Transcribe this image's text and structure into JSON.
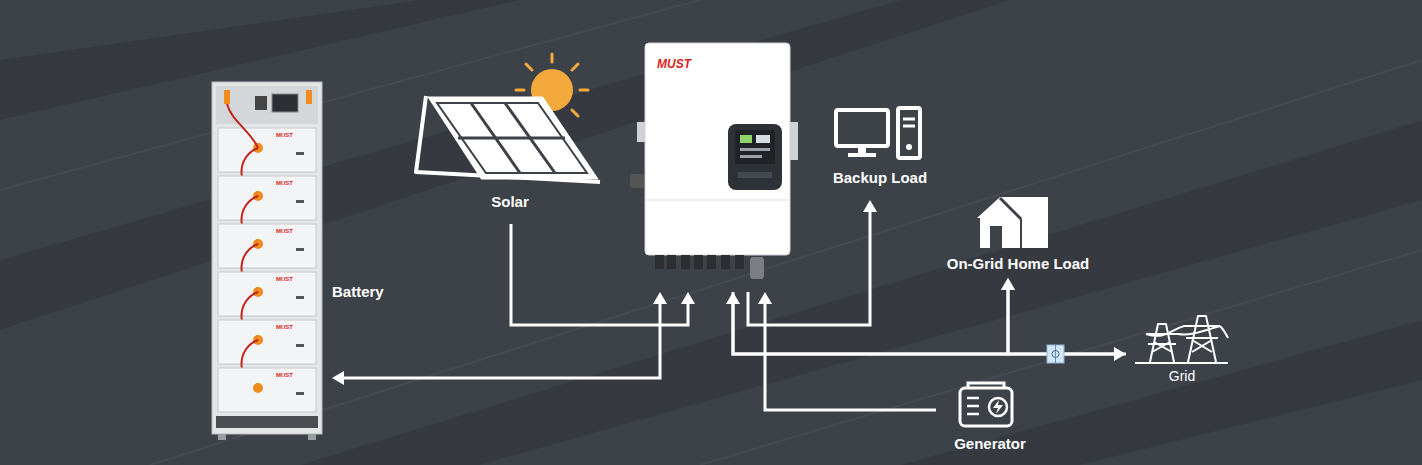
{
  "diagram": {
    "nodes": [
      {
        "text": [
          "Battery"
        ]
      },
      {
        "text": [
          "Solar"
        ]
      },
      {
        "text": [
          "MUST"
        ]
      },
      {
        "text": [
          "Backup Load"
        ]
      },
      {
        "text": [
          "On-Grid Home Load"
        ]
      },
      {
        "text": [
          "Grid"
        ]
      },
      {
        "text": [
          "Generator"
        ]
      }
    ],
    "edges": [
      {
        "from": 1,
        "to": 2,
        "arrow": "to"
      },
      {
        "from": 0,
        "to": 2,
        "arrow": "both"
      },
      {
        "from": 2,
        "to": 3,
        "arrow": "to"
      },
      {
        "from": 2,
        "to": 5,
        "arrow": "both"
      },
      {
        "from": 2,
        "to": 4,
        "arrow": "to"
      },
      {
        "from": 5,
        "to": 4,
        "arrow": "to"
      },
      {
        "from": 6,
        "to": 2,
        "arrow": "to"
      }
    ],
    "labels": [
      "MUST",
      "MUST",
      "MUST",
      "MUST",
      "MUST",
      "MUST"
    ]
  }
}
